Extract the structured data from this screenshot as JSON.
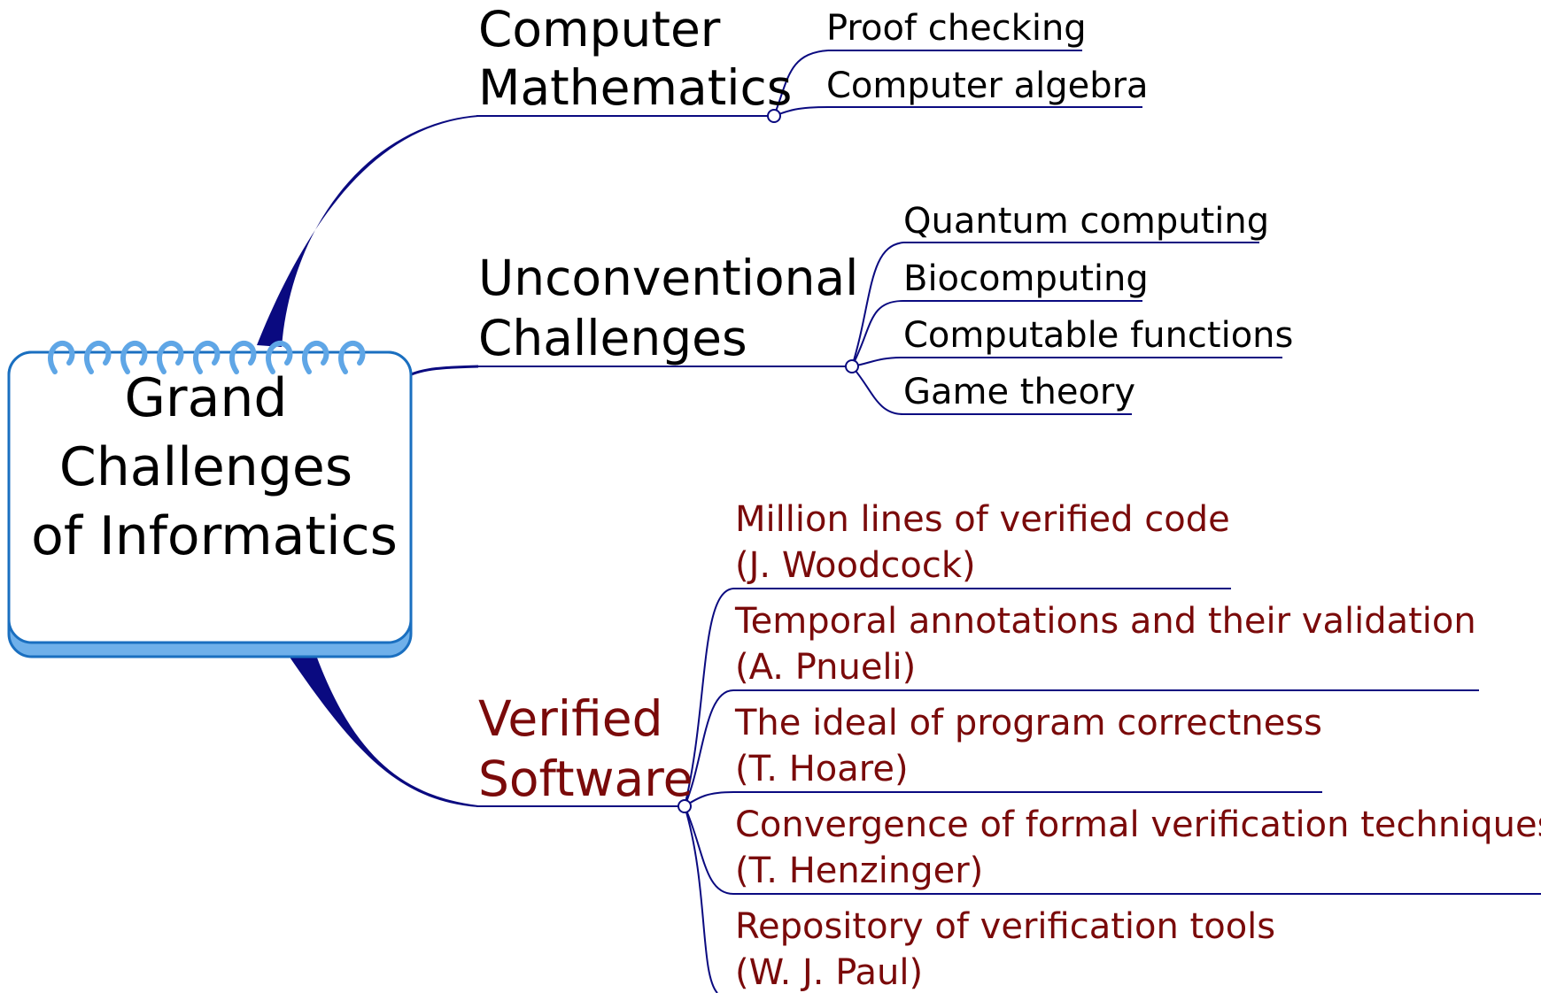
{
  "central": {
    "lines": [
      "Grand",
      "Challenges",
      "of Informatics"
    ]
  },
  "branches": [
    {
      "lines": [
        "Computer",
        "Mathematics"
      ],
      "color": "#000000",
      "children": [
        {
          "lines": [
            "Proof checking"
          ]
        },
        {
          "lines": [
            "Computer algebra"
          ]
        }
      ]
    },
    {
      "lines": [
        "Unconventional",
        "Challenges"
      ],
      "color": "#000000",
      "children": [
        {
          "lines": [
            "Quantum computing"
          ]
        },
        {
          "lines": [
            "Biocomputing"
          ]
        },
        {
          "lines": [
            "Computable functions"
          ]
        },
        {
          "lines": [
            "Game theory"
          ]
        }
      ]
    },
    {
      "lines": [
        "Verified",
        "Software"
      ],
      "color": "#7a0a0a",
      "children": [
        {
          "lines": [
            "Million lines of verified code",
            "(J. Woodcock)"
          ]
        },
        {
          "lines": [
            "Temporal annotations and their validation",
            "(A. Pnueli)"
          ]
        },
        {
          "lines": [
            "The ideal of program correctness",
            "(T. Hoare)"
          ]
        },
        {
          "lines": [
            "Convergence of formal verification techniques",
            "(T. Henzinger)"
          ]
        },
        {
          "lines": [
            "Repository of verification tools",
            "(W. J. Paul)"
          ]
        }
      ]
    }
  ],
  "colors": {
    "connector": "#0a0a80",
    "thick_branch": "#0a0a80",
    "notebook_fill": "#ffffff",
    "notebook_border": "#1a6fc0",
    "notebook_shadow": "#6fb0ea",
    "ring": "#5fa6e6"
  }
}
